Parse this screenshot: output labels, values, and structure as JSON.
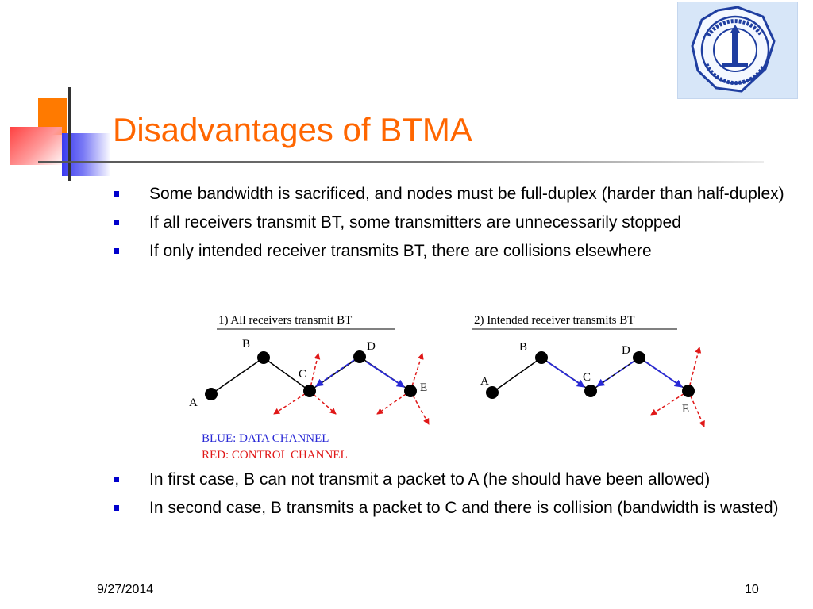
{
  "title": "Disadvantages of BTMA",
  "bullets_top": [
    "Some bandwidth is sacrificed, and nodes must be full-duplex (harder than half-duplex)",
    "If all receivers transmit BT, some transmitters are unnecessarily stopped",
    "If only intended receiver transmits BT, there are collisions elsewhere"
  ],
  "bullets_bottom": [
    "In first case, B can not transmit a packet to A (he should have been allowed)",
    "In second case, B transmits a packet to C and there is collision (bandwidth is wasted)"
  ],
  "diagram": {
    "caption1": "1) All receivers transmit BT",
    "caption2": "2) Intended receiver transmits BT",
    "legend_blue": "BLUE: DATA CHANNEL",
    "legend_red": "RED: CONTROL CHANNEL",
    "node_labels": {
      "a": "A",
      "b": "B",
      "c": "C",
      "d": "D",
      "e": "E"
    },
    "colors": {
      "data": "#2a2ad6",
      "control": "#e01818"
    }
  },
  "footer": {
    "date": "9/27/2014",
    "page": "10"
  },
  "colors": {
    "title": "#ff6600",
    "bullet": "#0000cc"
  },
  "logo_icon": "university-seal-icon"
}
